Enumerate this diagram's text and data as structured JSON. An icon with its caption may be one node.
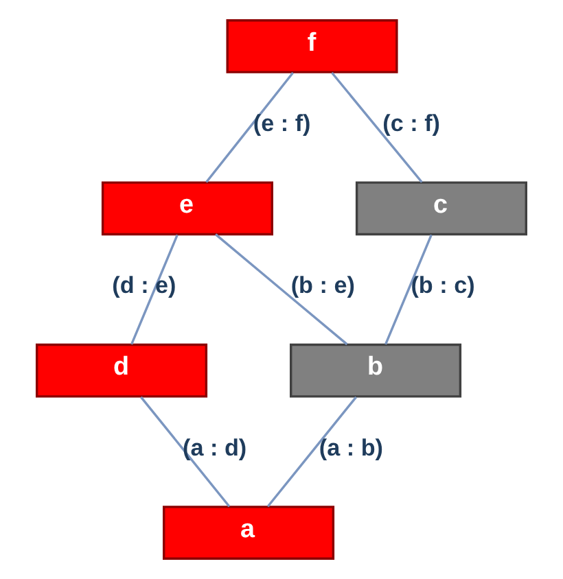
{
  "diagram": {
    "nodes": [
      {
        "text": [
          "d"
        ]
      },
      {
        "text": [
          "f"
        ]
      },
      {
        "text": [
          "e"
        ]
      },
      {
        "text": [
          "c"
        ]
      },
      {
        "text": [
          "a"
        ]
      },
      {
        "text": [
          "b"
        ]
      }
    ],
    "edges": [
      {
        "from": 0,
        "to": 2,
        "arrow": "none",
        "label": "(d : e)"
      },
      {
        "from": 2,
        "to": 1,
        "arrow": "none",
        "label": "(e : f)"
      },
      {
        "from": 3,
        "to": 1,
        "arrow": "none",
        "label": "(c : f)"
      },
      {
        "from": 4,
        "to": 0,
        "arrow": "none",
        "label": "(a : d)"
      },
      {
        "from": 5,
        "to": 2,
        "arrow": "none",
        "label": "(b : e)"
      },
      {
        "from": 5,
        "to": 3,
        "arrow": "none",
        "label": "(b : c)"
      },
      {
        "from": 4,
        "to": 5,
        "arrow": "none",
        "label": "(a : b)"
      }
    ]
  }
}
